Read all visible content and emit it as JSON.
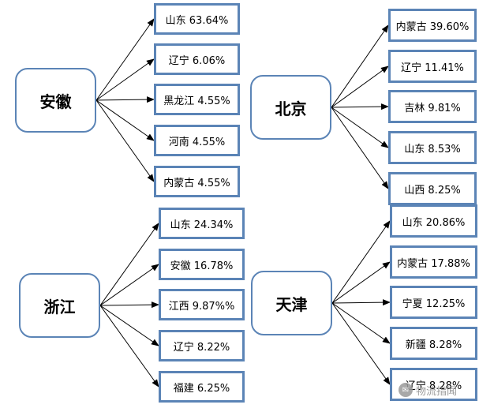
{
  "groups": [
    {
      "hub": "安徽",
      "items": [
        "山东 63.64%",
        "辽宁 6.06%",
        "黑龙江 4.55%",
        "河南 4.55%",
        "内蒙古 4.55%"
      ]
    },
    {
      "hub": "北京",
      "items": [
        "内蒙古 39.60%",
        "辽宁 11.41%",
        "吉林 9.81%",
        "山东 8.53%",
        "山西 8.25%"
      ]
    },
    {
      "hub": "浙江",
      "items": [
        "山东 24.34%",
        "安徽 16.78%",
        "江西 9.87%%",
        "辽宁 8.22%",
        "福建 6.25%"
      ]
    },
    {
      "hub": "天津",
      "items": [
        "山东 20.86%",
        "内蒙古 17.88%",
        "宁夏 12.25%",
        "新疆 8.28%",
        "辽宁 8.28%"
      ]
    }
  ],
  "watermark": {
    "text": "物流指闻",
    "icon": "wechat-icon"
  },
  "colors": {
    "border": "#5b84b6",
    "arrow": "#000000"
  }
}
